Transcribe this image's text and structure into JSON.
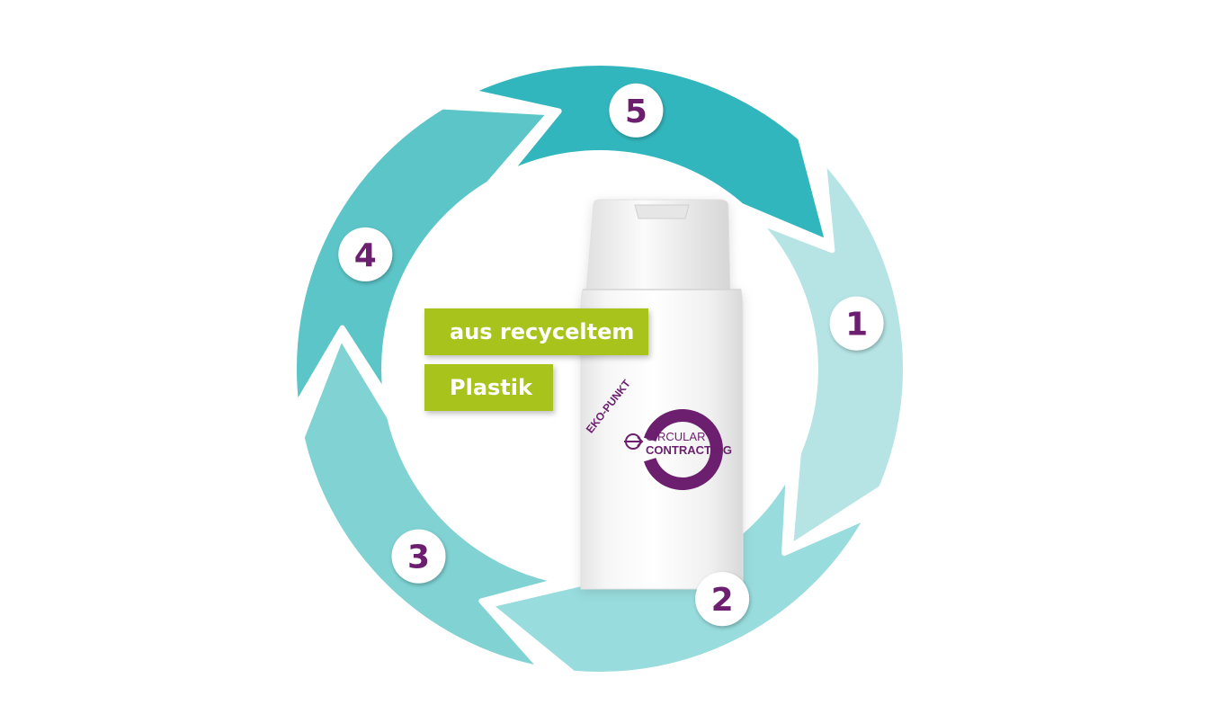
{
  "steps": [
    {
      "label": "1",
      "color": "#b6e4e5"
    },
    {
      "label": "2",
      "color": "#98dcdd"
    },
    {
      "label": "3",
      "color": "#80d2d3"
    },
    {
      "label": "4",
      "color": "#5cc5c8"
    },
    {
      "label": "5",
      "color": "#32b6bd"
    }
  ],
  "step_number_color": "#6b1f6e",
  "tag": {
    "line1": "aus recyceltem",
    "line2": "Plastik",
    "color": "#a8c41c"
  },
  "logo": {
    "arc_text": "EKO-PUNKT",
    "line1": "CIRCULAR",
    "line2": "CONTRACTING",
    "color": "#6b1f6e"
  }
}
